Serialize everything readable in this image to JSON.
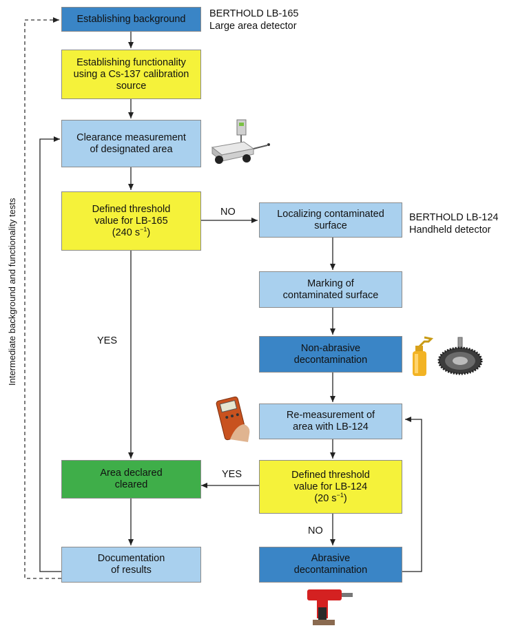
{
  "boxes": {
    "establishing_background": "Establishing background",
    "establishing_functionality": "Establishing functionality\nusing a Cs-137 calibration\nsource",
    "clearance_measurement": "Clearance measurement\nof designated area",
    "threshold_lb165": {
      "line1": "Defined threshold",
      "line2": "value for LB-165",
      "value": "(240 s",
      "sup": "−1",
      "close": ")"
    },
    "localizing": "Localizing contaminated\nsurface",
    "marking": "Marking of\ncontaminated surface",
    "non_abrasive": "Non-abrasive\ndecontamination",
    "re_measurement": "Re-measurement of\narea with LB-124",
    "threshold_lb124": {
      "line1": "Defined threshold",
      "line2": "value for LB-124",
      "value": "(20 s",
      "sup": "−1",
      "close": ")"
    },
    "area_cleared": "Area declared\ncleared",
    "documentation": "Documentation\nof results",
    "abrasive": "Abrasive\ndecontamination"
  },
  "labels": {
    "lb165_title": "BERTHOLD LB-165",
    "lb165_sub": "Large area detector",
    "lb124_title": "BERTHOLD LB-124",
    "lb124_sub": "Handheld detector",
    "no_1": "NO",
    "yes_1": "YES",
    "yes_2": "YES",
    "no_2": "NO",
    "side_label": "Intermediate background and functionality tests"
  },
  "colors": {
    "dark_blue": "#3a85c6",
    "light_blue": "#a9d0ee",
    "yellow": "#f5f23a",
    "green": "#3fae49"
  },
  "icons": [
    "detector-cart-icon",
    "spray-bottle-icon",
    "wire-brush-icon",
    "handheld-detector-icon",
    "hammer-drill-icon"
  ]
}
